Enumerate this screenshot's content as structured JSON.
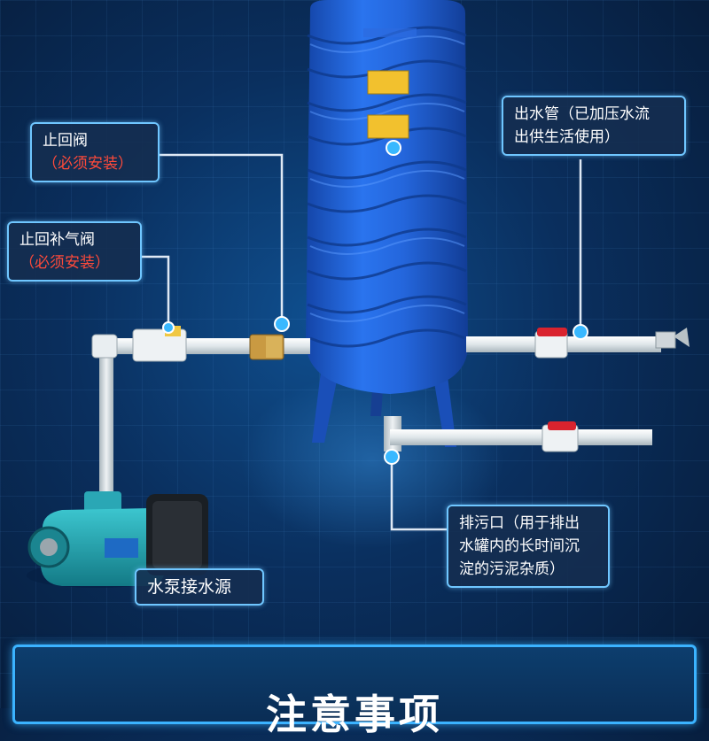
{
  "callouts": {
    "check_valve": {
      "title": "止回阀",
      "note": "（必须安装）"
    },
    "air_valve": {
      "title": "止回补气阀",
      "note": "（必须安装）"
    },
    "outlet_pipe": {
      "line1": "出水管（已加压水流",
      "line2": "出供生活使用）"
    },
    "drain": {
      "line1": "排污口（用于排出",
      "line2": "水罐内的长时间沉",
      "line3": "淀的污泥杂质）"
    },
    "pump_source": {
      "title": "水泵接水源"
    }
  },
  "banner": {
    "title": "注意事项"
  },
  "colors": {
    "accent": "#6fc6ff",
    "warning": "#ff4a3a",
    "tank_blue": "#1f5fd6",
    "pipe_white": "#e8eef2",
    "valve_red": "#d9232e",
    "pump_teal": "#21a6b3"
  }
}
